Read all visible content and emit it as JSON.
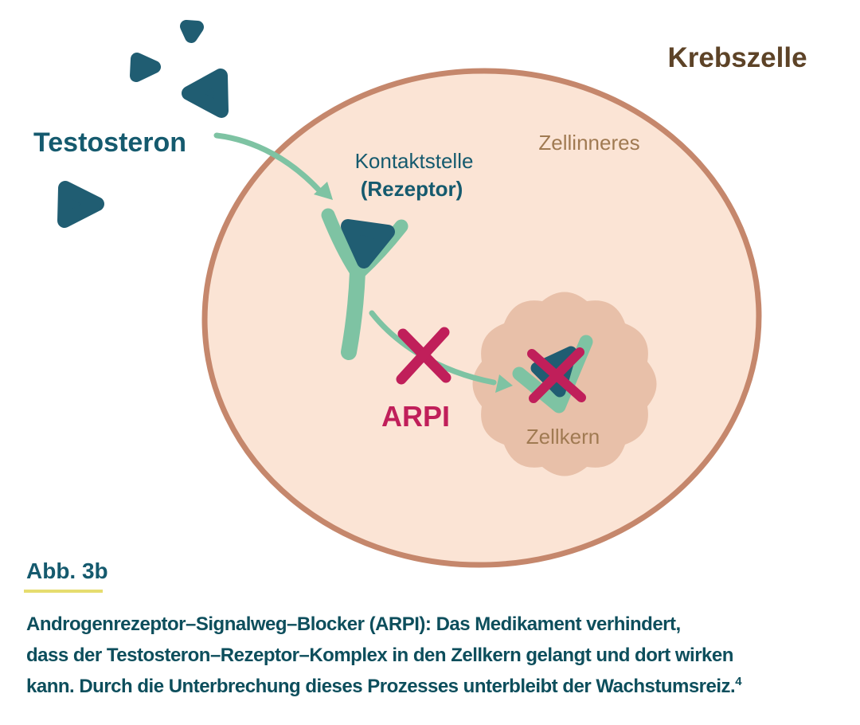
{
  "figure": {
    "cell_title": "Krebszelle",
    "labels": {
      "cell_interior": "Zellinneres",
      "testosterone": "Testosteron",
      "receptor_line1": "Kontaktstelle",
      "receptor_line2": "(Rezeptor)",
      "blocker": "ARPI",
      "nucleus": "Zellkern"
    }
  },
  "caption": {
    "figure_label": "Abb. 3b",
    "line1": "Androgenrezeptor–Signalweg–Blocker (ARPI): Das Medikament verhindert,",
    "line2": "dass der Testosteron–Rezeptor–Komplex in den Zellkern gelangt und dort wirken",
    "line3": "kann. Durch die Unterbrechung dieses Prozesses unterbleibt der Wachstumsreiz.",
    "reference_superscript": "4"
  },
  "colors": {
    "teal_shape": "#205d72",
    "teal_text": "#155a6e",
    "caption_teal": "#0d4e5c",
    "green": "#7ec3a3",
    "crimson": "#c01f5a",
    "cell_fill": "#fbe4d5",
    "membrane": "#c5876c",
    "nucleus_fill": "#e8c0a9",
    "title_brown": "#5d4327",
    "label_brown": "#a07a52",
    "rule_yellow": "#e6dd6f"
  }
}
